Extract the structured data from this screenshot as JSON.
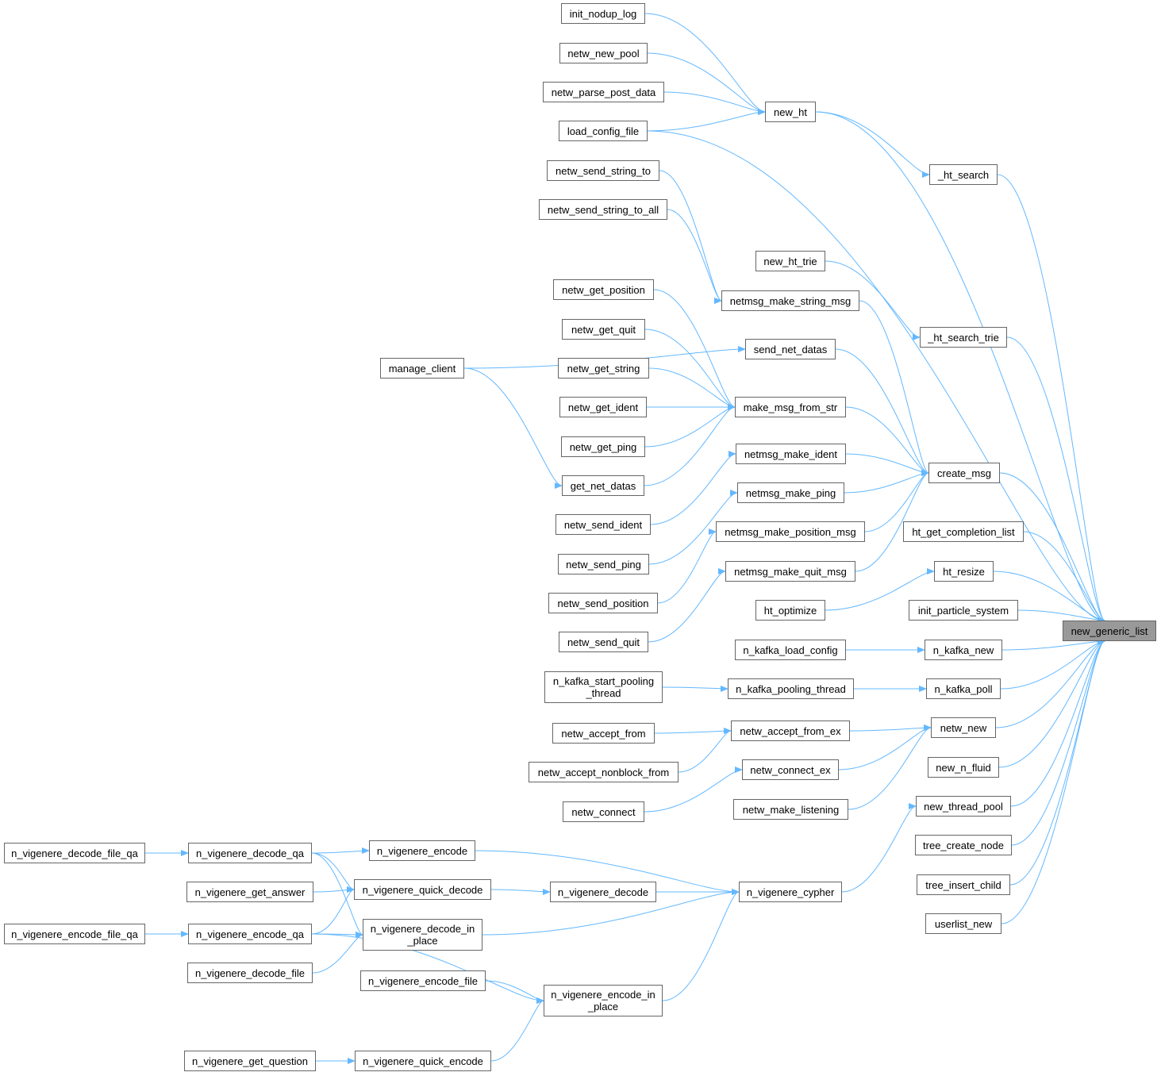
{
  "colors": {
    "edge": "#63b8ff",
    "node_border": "#666666",
    "target_fill": "#999999"
  },
  "target_node": "new_generic_list",
  "nodes": {
    "new_generic_list": "new_generic_list",
    "new_ht": "new_ht",
    "_ht_search": "_ht_search",
    "_ht_search_trie": "_ht_search_trie",
    "create_msg": "create_msg",
    "ht_get_completion_list": "ht_get_completion_list",
    "ht_resize": "ht_resize",
    "init_particle_system": "init_particle_system",
    "n_kafka_new": "n_kafka_new",
    "n_kafka_poll": "n_kafka_poll",
    "netw_new": "netw_new",
    "new_n_fluid": "new_n_fluid",
    "new_thread_pool": "new_thread_pool",
    "tree_create_node": "tree_create_node",
    "tree_insert_child": "tree_insert_child",
    "userlist_new": "userlist_new",
    "init_nodup_log": "init_nodup_log",
    "netw_new_pool": "netw_new_pool",
    "netw_parse_post_data": "netw_parse_post_data",
    "load_config_file": "load_config_file",
    "netw_send_string_to": "netw_send_string_to",
    "netw_send_string_to_all": "netw_send_string_to_all",
    "new_ht_trie": "new_ht_trie",
    "netmsg_make_string_msg": "netmsg_make_string_msg",
    "send_net_datas": "send_net_datas",
    "make_msg_from_str": "make_msg_from_str",
    "netmsg_make_ident": "netmsg_make_ident",
    "netmsg_make_ping": "netmsg_make_ping",
    "netmsg_make_position_msg": "netmsg_make_position_msg",
    "netmsg_make_quit_msg": "netmsg_make_quit_msg",
    "manage_client": "manage_client",
    "netw_get_position": "netw_get_position",
    "netw_get_quit": "netw_get_quit",
    "netw_get_string": "netw_get_string",
    "netw_get_ident": "netw_get_ident",
    "netw_get_ping": "netw_get_ping",
    "get_net_datas": "get_net_datas",
    "netw_send_ident": "netw_send_ident",
    "netw_send_ping": "netw_send_ping",
    "netw_send_position": "netw_send_position",
    "netw_send_quit": "netw_send_quit",
    "ht_optimize": "ht_optimize",
    "n_kafka_load_config": "n_kafka_load_config",
    "n_kafka_pooling_thread": "n_kafka_pooling_thread",
    "n_kafka_start_pooling_thread": "n_kafka_start_pooling\n_thread",
    "netw_accept_from_ex": "netw_accept_from_ex",
    "netw_connect_ex": "netw_connect_ex",
    "netw_make_listening": "netw_make_listening",
    "netw_accept_from": "netw_accept_from",
    "netw_accept_nonblock_from": "netw_accept_nonblock_from",
    "netw_connect": "netw_connect",
    "n_vigenere_cypher": "n_vigenere_cypher",
    "n_vigenere_encode": "n_vigenere_encode",
    "n_vigenere_decode": "n_vigenere_decode",
    "n_vigenere_quick_decode": "n_vigenere_quick_decode",
    "n_vigenere_decode_in_place": "n_vigenere_decode_in\n_place",
    "n_vigenere_encode_in_place": "n_vigenere_encode_in\n_place",
    "n_vigenere_decode_qa": "n_vigenere_decode_qa",
    "n_vigenere_encode_qa": "n_vigenere_encode_qa",
    "n_vigenere_decode_file": "n_vigenere_decode_file",
    "n_vigenere_encode_file": "n_vigenere_encode_file",
    "n_vigenere_quick_encode": "n_vigenere_quick_encode",
    "n_vigenere_decode_file_qa": "n_vigenere_decode_file_qa",
    "n_vigenere_get_answer": "n_vigenere_get_answer",
    "n_vigenere_encode_file_qa": "n_vigenere_encode_file_qa",
    "n_vigenere_get_question": "n_vigenere_get_question"
  },
  "edges": [
    [
      "new_ht",
      "new_generic_list"
    ],
    [
      "_ht_search",
      "new_generic_list"
    ],
    [
      "_ht_search_trie",
      "new_generic_list"
    ],
    [
      "create_msg",
      "new_generic_list"
    ],
    [
      "ht_get_completion_list",
      "new_generic_list"
    ],
    [
      "ht_resize",
      "new_generic_list"
    ],
    [
      "init_particle_system",
      "new_generic_list"
    ],
    [
      "load_config_file",
      "new_generic_list"
    ],
    [
      "n_kafka_new",
      "new_generic_list"
    ],
    [
      "n_kafka_poll",
      "new_generic_list"
    ],
    [
      "netw_new",
      "new_generic_list"
    ],
    [
      "new_n_fluid",
      "new_generic_list"
    ],
    [
      "new_thread_pool",
      "new_generic_list"
    ],
    [
      "tree_create_node",
      "new_generic_list"
    ],
    [
      "tree_insert_child",
      "new_generic_list"
    ],
    [
      "userlist_new",
      "new_generic_list"
    ],
    [
      "init_nodup_log",
      "new_ht"
    ],
    [
      "netw_new_pool",
      "new_ht"
    ],
    [
      "netw_parse_post_data",
      "new_ht"
    ],
    [
      "load_config_file",
      "new_ht"
    ],
    [
      "new_ht",
      "_ht_search"
    ],
    [
      "new_ht_trie",
      "_ht_search_trie"
    ],
    [
      "netmsg_make_string_msg",
      "create_msg"
    ],
    [
      "send_net_datas",
      "create_msg"
    ],
    [
      "make_msg_from_str",
      "create_msg"
    ],
    [
      "netmsg_make_ident",
      "create_msg"
    ],
    [
      "netmsg_make_ping",
      "create_msg"
    ],
    [
      "netmsg_make_position_msg",
      "create_msg"
    ],
    [
      "netmsg_make_quit_msg",
      "create_msg"
    ],
    [
      "netw_send_string_to",
      "netmsg_make_string_msg"
    ],
    [
      "netw_send_string_to_all",
      "netmsg_make_string_msg"
    ],
    [
      "manage_client",
      "send_net_datas"
    ],
    [
      "manage_client",
      "get_net_datas"
    ],
    [
      "netw_get_position",
      "make_msg_from_str"
    ],
    [
      "netw_get_quit",
      "make_msg_from_str"
    ],
    [
      "netw_get_string",
      "make_msg_from_str"
    ],
    [
      "netw_get_ident",
      "make_msg_from_str"
    ],
    [
      "netw_get_ping",
      "make_msg_from_str"
    ],
    [
      "get_net_datas",
      "make_msg_from_str"
    ],
    [
      "netw_send_ident",
      "netmsg_make_ident"
    ],
    [
      "netw_send_ping",
      "netmsg_make_ping"
    ],
    [
      "netw_send_position",
      "netmsg_make_position_msg"
    ],
    [
      "netw_send_quit",
      "netmsg_make_quit_msg"
    ],
    [
      "ht_optimize",
      "ht_resize"
    ],
    [
      "n_kafka_load_config",
      "n_kafka_new"
    ],
    [
      "n_kafka_pooling_thread",
      "n_kafka_poll"
    ],
    [
      "n_kafka_start_pooling_thread",
      "n_kafka_pooling_thread"
    ],
    [
      "netw_accept_from_ex",
      "netw_new"
    ],
    [
      "netw_connect_ex",
      "netw_new"
    ],
    [
      "netw_make_listening",
      "netw_new"
    ],
    [
      "netw_accept_from",
      "netw_accept_from_ex"
    ],
    [
      "netw_accept_nonblock_from",
      "netw_accept_from_ex"
    ],
    [
      "netw_connect",
      "netw_connect_ex"
    ],
    [
      "n_vigenere_cypher",
      "new_thread_pool"
    ],
    [
      "n_vigenere_encode",
      "n_vigenere_cypher"
    ],
    [
      "n_vigenere_decode",
      "n_vigenere_cypher"
    ],
    [
      "n_vigenere_decode_in_place",
      "n_vigenere_cypher"
    ],
    [
      "n_vigenere_encode_in_place",
      "n_vigenere_cypher"
    ],
    [
      "n_vigenere_decode_qa",
      "n_vigenere_encode"
    ],
    [
      "n_vigenere_quick_decode",
      "n_vigenere_decode"
    ],
    [
      "n_vigenere_decode_qa",
      "n_vigenere_quick_decode"
    ],
    [
      "n_vigenere_get_answer",
      "n_vigenere_quick_decode"
    ],
    [
      "n_vigenere_encode_qa",
      "n_vigenere_quick_decode"
    ],
    [
      "n_vigenere_decode_qa",
      "n_vigenere_decode_in_place"
    ],
    [
      "n_vigenere_encode_qa",
      "n_vigenere_decode_in_place"
    ],
    [
      "n_vigenere_decode_file",
      "n_vigenere_decode_in_place"
    ],
    [
      "n_vigenere_encode_file",
      "n_vigenere_encode_in_place"
    ],
    [
      "n_vigenere_encode_qa",
      "n_vigenere_encode_in_place"
    ],
    [
      "n_vigenere_quick_encode",
      "n_vigenere_encode_in_place"
    ],
    [
      "n_vigenere_decode_file_qa",
      "n_vigenere_decode_qa"
    ],
    [
      "n_vigenere_encode_file_qa",
      "n_vigenere_encode_qa"
    ],
    [
      "n_vigenere_get_question",
      "n_vigenere_quick_encode"
    ]
  ]
}
